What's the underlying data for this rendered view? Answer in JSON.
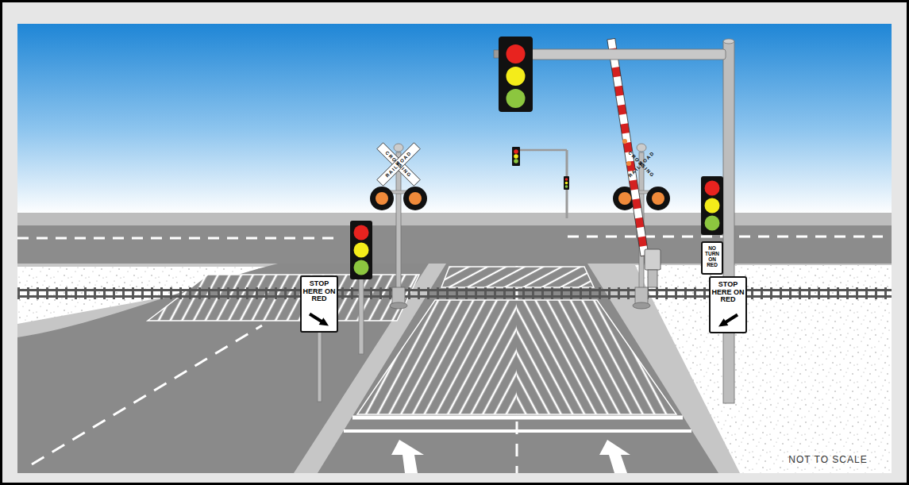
{
  "diagram": {
    "nodes": [
      {
        "text": [
          "STOP HERE ON RED"
        ]
      },
      {
        "text": [
          "NO TURN ON RED"
        ]
      },
      {
        "text": [
          "STOP HERE ON RED"
        ]
      }
    ],
    "labels": [
      "RAILROAD",
      "CROSSING",
      "RAILROAD",
      "CROSSING",
      "NOT TO SCALE"
    ]
  }
}
